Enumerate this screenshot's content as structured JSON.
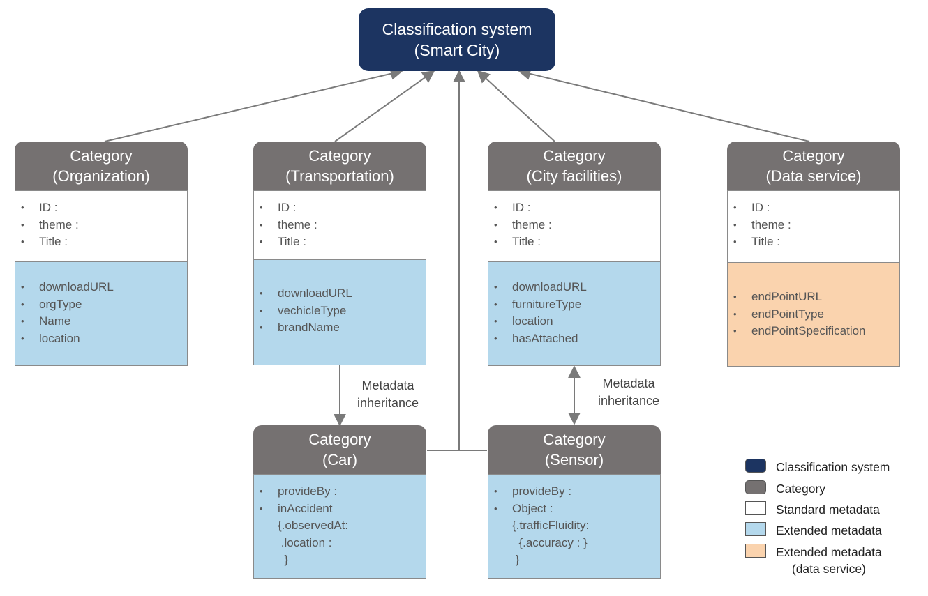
{
  "root": {
    "line1": "Classification system",
    "line2": "(Smart City)"
  },
  "categories": [
    {
      "line1": "Category",
      "line2": "(Organization)",
      "standard": [
        "ID :",
        "theme :",
        "Title :"
      ],
      "extended": [
        "downloadURL",
        "orgType",
        "Name",
        "location"
      ]
    },
    {
      "line1": "Category",
      "line2": "(Transportation)",
      "standard": [
        "ID :",
        "theme :",
        "Title :"
      ],
      "extended": [
        "downloadURL",
        "vechicleType",
        "brandName"
      ]
    },
    {
      "line1": "Category",
      "line2": "(City facilities)",
      "standard": [
        "ID :",
        "theme :",
        "Title :"
      ],
      "extended": [
        "downloadURL",
        "furnitureType",
        "location",
        "hasAttached"
      ]
    },
    {
      "line1": "Category",
      "line2": "(Data service)",
      "standard": [
        "ID :",
        "theme :",
        "Title :"
      ],
      "extended": [
        "endPointURL",
        "endPointType",
        "endPointSpecification"
      ]
    }
  ],
  "subcategories": [
    {
      "line1": "Category",
      "line2": "(Car)",
      "items": [
        "provideBy :",
        "inAccident"
      ],
      "continuation": [
        "{.observedAt:",
        " .location :",
        "  }"
      ]
    },
    {
      "line1": "Category",
      "line2": "(Sensor)",
      "items": [
        "provideBy :",
        "Object :"
      ],
      "continuation": [
        "{.trafficFluidity:",
        "  {.accuracy : }",
        " }"
      ]
    }
  ],
  "inheritance_labels": [
    {
      "line1": "Metadata",
      "line2": "inheritance"
    },
    {
      "line1": "Metadata",
      "line2": "inheritance"
    }
  ],
  "legend": [
    {
      "label": "Classification system",
      "color": "#1c3461"
    },
    {
      "label": "Category",
      "color": "#757171"
    },
    {
      "label": "Standard metadata",
      "color": "#ffffff"
    },
    {
      "label": "Extended metadata",
      "color": "#b4d8ec"
    },
    {
      "label": "Extended metadata",
      "label2": "(data service)",
      "color": "#fad3ae"
    }
  ]
}
